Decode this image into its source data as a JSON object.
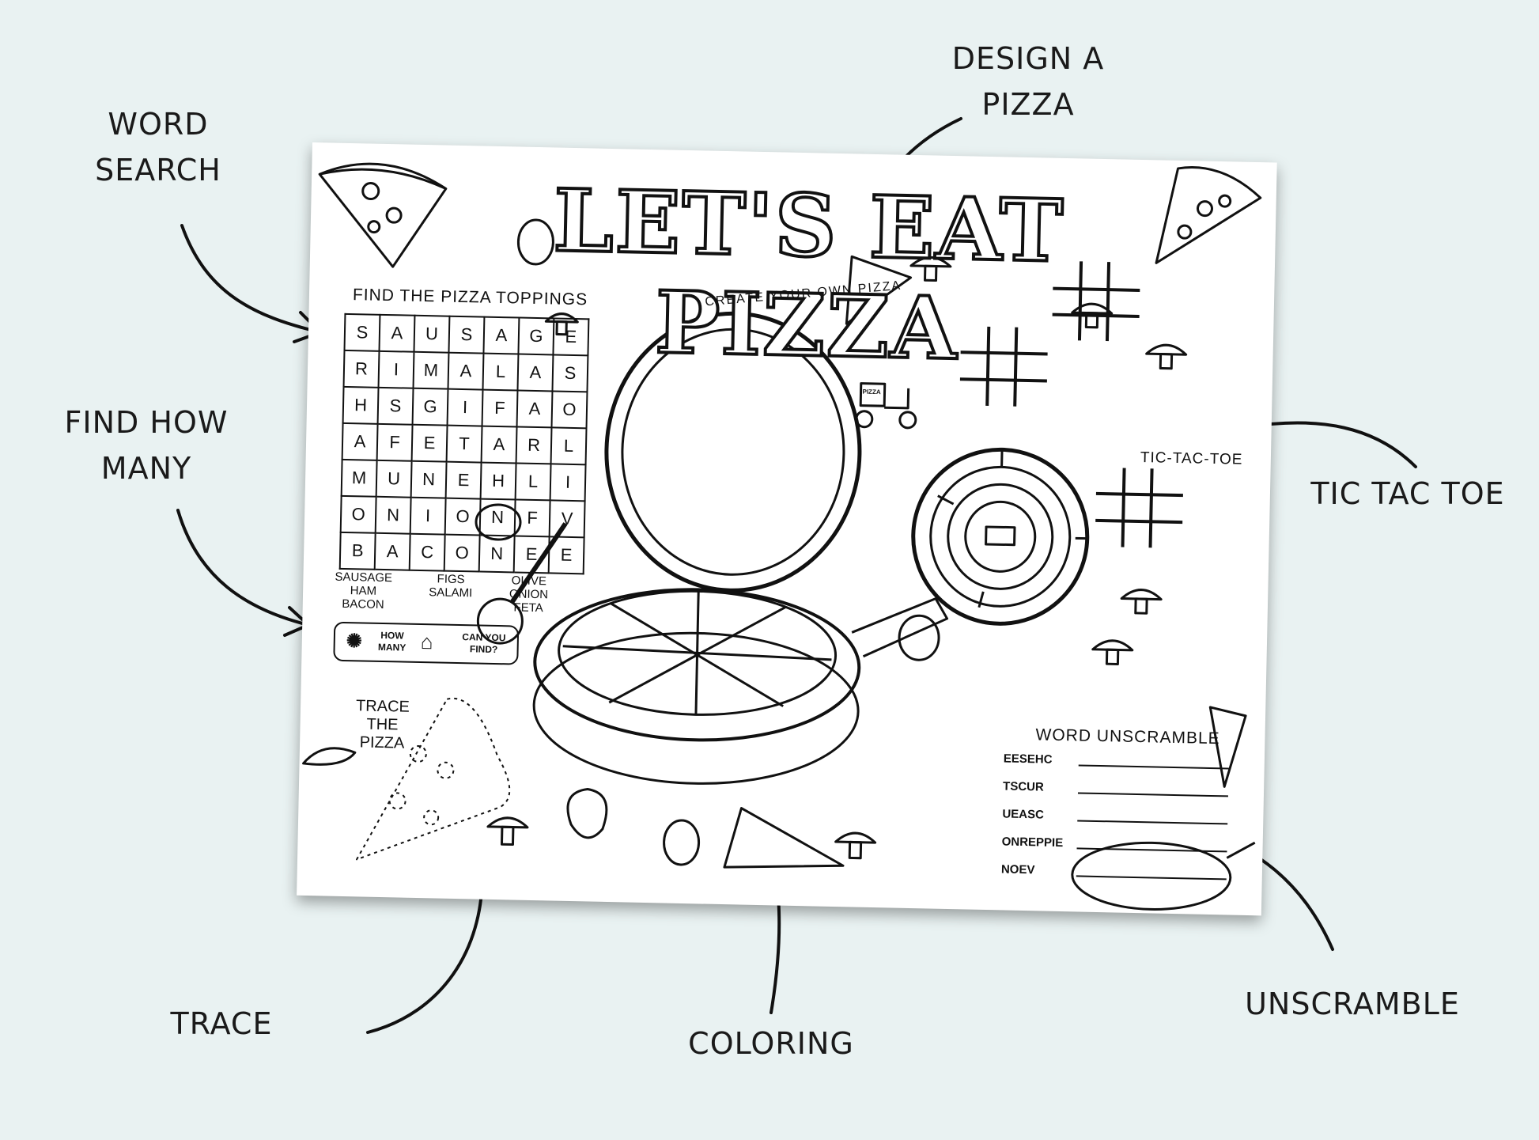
{
  "callouts": {
    "word_search": [
      "WORD",
      "SEARCH"
    ],
    "design_pizza": [
      "DESIGN A",
      "PIZZA"
    ],
    "find_how_many": [
      "FIND HOW",
      "MANY"
    ],
    "tic_tac_toe": "TIC TAC TOE",
    "trace": "TRACE",
    "coloring": "COLORING",
    "unscramble": "UNSCRAMBLE"
  },
  "sheet": {
    "title": "LET'S EAT PIZZA",
    "word_search": {
      "heading": "FIND THE PIZZA TOPPINGS",
      "rows": [
        [
          "S",
          "A",
          "U",
          "S",
          "A",
          "G",
          "E"
        ],
        [
          "R",
          "I",
          "M",
          "A",
          "L",
          "A",
          "S"
        ],
        [
          "H",
          "S",
          "G",
          "I",
          "F",
          "A",
          "O"
        ],
        [
          "A",
          "F",
          "E",
          "T",
          "A",
          "R",
          "L"
        ],
        [
          "M",
          "U",
          "N",
          "E",
          "H",
          "L",
          "I"
        ],
        [
          "O",
          "N",
          "I",
          "O",
          "N",
          "F",
          "V"
        ],
        [
          "B",
          "A",
          "C",
          "O",
          "N",
          "E",
          "E"
        ]
      ],
      "word_columns": [
        [
          "SAUSAGE",
          "HAM",
          "BACON"
        ],
        [
          "FIGS",
          "SALAMI"
        ],
        [
          "OLIVE",
          "ONION",
          "FETA"
        ]
      ]
    },
    "how_many": {
      "left": [
        "HOW",
        "MANY"
      ],
      "right": [
        "CAN YOU",
        "FIND?"
      ]
    },
    "trace_heading": [
      "TRACE",
      "THE",
      "PIZZA"
    ],
    "create_heading": "CREATE YOUR OWN PIZZA",
    "tic_tac_toe_label": "TIC-TAC-TOE",
    "delivery_label": "PIZZA",
    "unscramble": {
      "heading": "WORD UNSCRAMBLE",
      "words": [
        "EESEHC",
        "TSCUR",
        "UEASC",
        "ONREPPIE",
        "NOEV"
      ]
    }
  }
}
